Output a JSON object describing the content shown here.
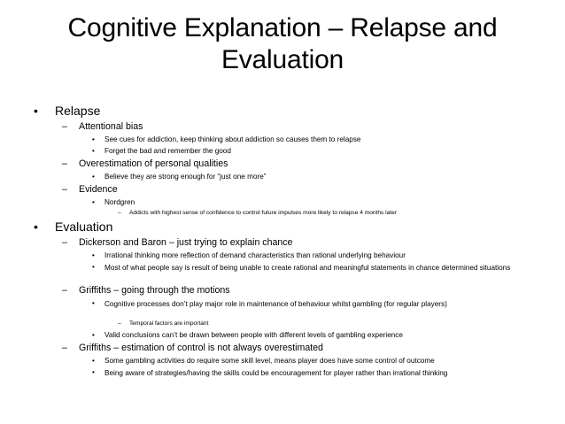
{
  "slide": {
    "title": "Cognitive Explanation – Relapse and Evaluation",
    "bullets": {
      "relapse": "Relapse",
      "attentional_bias": "Attentional bias",
      "see_cues": "See cues for addiction, keep thinking about addiction so causes them to relapse",
      "forget_bad": "Forget the bad and remember the good",
      "overestimation": "Overestimation of personal qualities",
      "believe_strong": "Believe they are strong enough for “just one more”",
      "evidence": "Evidence",
      "nordgren": "Nordgren",
      "addicts_confidence": "Addicts with highest sense of confidence to control future impulses more likely to relapse 4 months later",
      "evaluation": "Evaluation",
      "dickerson_baron": "Dickerson and Baron – just trying to explain chance",
      "irrational_thinking": "Irrational thinking more reflection of demand characteristics than rational underlying behaviour",
      "most_people_say": "Most of what people say is result of being unable to create rational and meaningful statements in chance determined situations",
      "griffiths_motions": "Griffiths – going through the motions",
      "cognitive_processes": "Cognitive processes don’t play major role in maintenance of behaviour whilst gambling (for regular players)",
      "temporal_factors": "Temporal factors are important",
      "valid_conclusions": "Valid conclusions can’t be drawn between people with different levels of gambling experience",
      "griffiths_estimation": "Griffiths – estimation of control is not always overestimated",
      "some_activities": "Some gambling activities do require some skill level, means player does have some control of outcome",
      "being_aware": "Being aware of strategies/having the skills could be encouragement for player rather than irrational thinking"
    },
    "markers": {
      "bullet": "•",
      "dash": "–"
    }
  }
}
